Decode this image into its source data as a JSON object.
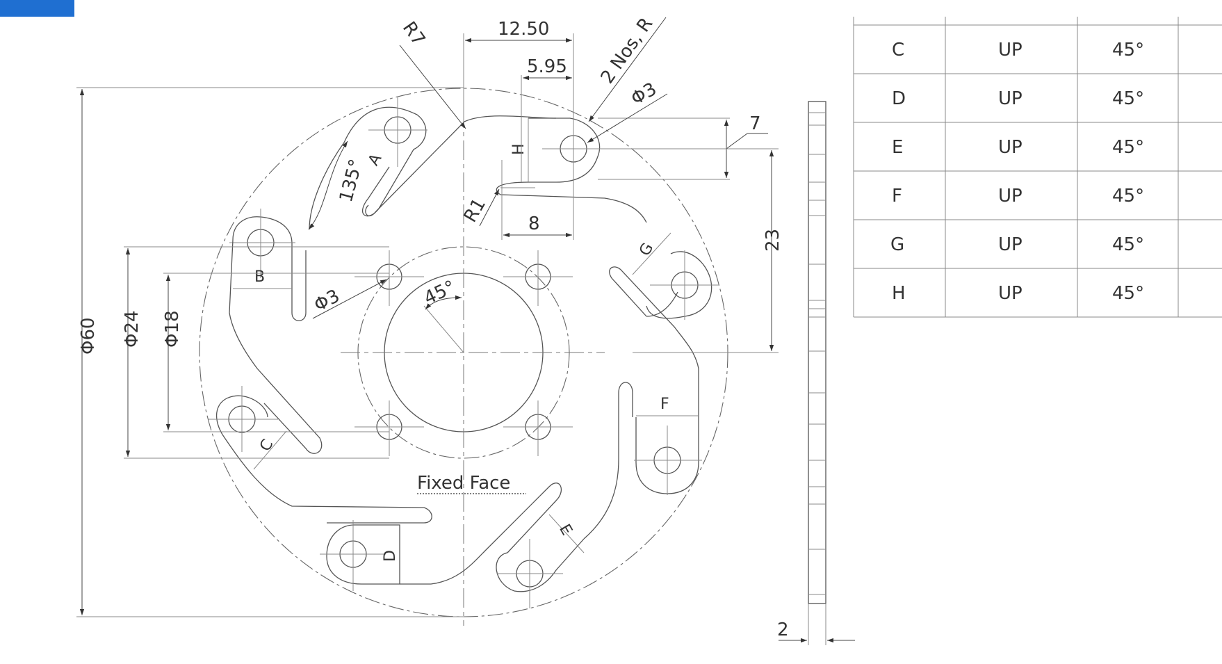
{
  "dimensions": {
    "d60": "Φ60",
    "d24": "Φ24",
    "d18": "Φ18",
    "d3_inner": "Φ3",
    "d3_top": "Φ3",
    "r7": "R7",
    "two_nos_r": "2 Nos, R",
    "r1": "R1",
    "w1250": "12.50",
    "w595": "5.95",
    "w8": "8",
    "h7": "7",
    "h23": "23",
    "angle135": "135°",
    "angle45": "45°",
    "thk2": "2"
  },
  "tab_labels": {
    "a": "A",
    "b": "B",
    "c": "C",
    "d": "D",
    "e": "E",
    "f": "F",
    "g": "G",
    "h": "H"
  },
  "note": "Fixed Face",
  "bend_table": {
    "rows": [
      {
        "tab": "C",
        "direction": "UP",
        "angle": "45°"
      },
      {
        "tab": "D",
        "direction": "UP",
        "angle": "45°"
      },
      {
        "tab": "E",
        "direction": "UP",
        "angle": "45°"
      },
      {
        "tab": "F",
        "direction": "UP",
        "angle": "45°"
      },
      {
        "tab": "G",
        "direction": "UP",
        "angle": "45°"
      },
      {
        "tab": "H",
        "direction": "UP",
        "angle": "45°"
      }
    ]
  },
  "colors": {
    "accent": "#1f6fd1",
    "line": "#555555"
  }
}
